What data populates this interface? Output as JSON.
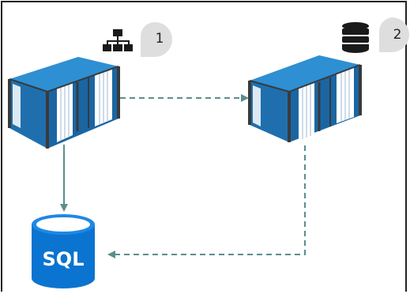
{
  "diagram": {
    "badges": [
      {
        "label": "1",
        "icon": "hierarchy-icon"
      },
      {
        "label": "2",
        "icon": "database-stack-icon"
      }
    ],
    "database": {
      "label": "SQL"
    },
    "colors": {
      "container_top": "#2E8FD3",
      "container_front": "#1F6FAE",
      "container_side": "#165A8E",
      "container_panel": "#FFFFFF",
      "container_edge": "#3A3A3A",
      "arrow": "#5B8E8C",
      "badge_bg": "#DEDEDE",
      "sql_cylinder": "#0A74D0",
      "sql_top": "#1E88E5"
    }
  }
}
